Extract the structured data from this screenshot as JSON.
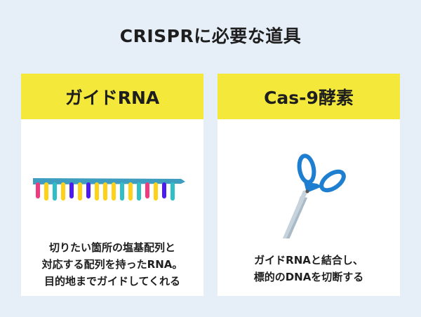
{
  "title": "CRISPRに必要な道具",
  "cards": [
    {
      "heading": "ガイドRNA",
      "icon": "rna-strand-icon",
      "lines": [
        "切りたい箇所の塩基配列と",
        "対応する配列を持ったRNA。",
        "目的地までガイドしてくれる"
      ]
    },
    {
      "heading": "Cas-9酵素",
      "icon": "scissors-icon",
      "lines": [
        "ガイドRNAと結合し、",
        "標的のDNAを切断する"
      ]
    }
  ],
  "colors": {
    "background": "#e6eef7",
    "header": "#f4e93b",
    "backbone": "#2a93b8",
    "pink": "#f0397e",
    "yellow": "#ffd21a",
    "teal": "#2fbfc4",
    "purple": "#4b1cf0",
    "scissor_handle": "#1e7fd0"
  },
  "rna_bases": [
    "pink",
    "yellow",
    "teal",
    "yellow",
    "purple",
    "yellow",
    "purple",
    "yellow",
    "yellow",
    "yellow",
    "teal",
    "yellow",
    "teal",
    "pink",
    "yellow",
    "purple",
    "teal"
  ]
}
